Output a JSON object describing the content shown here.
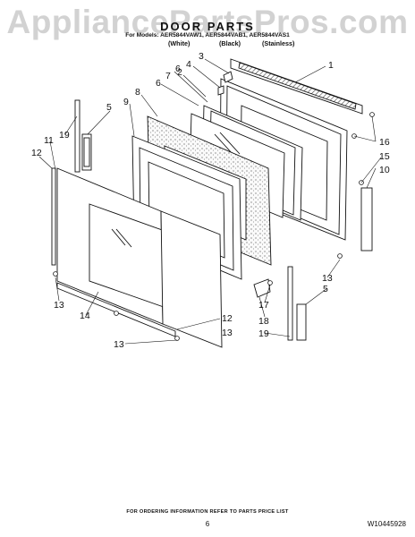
{
  "watermark": "AppliancePartsPros.com",
  "header": {
    "title": "DOOR PARTS",
    "models": "For Models: AER5844VAW1, AER5844VAB1, AER5844VAS1",
    "finishes": [
      "(White)",
      "(Black)",
      "(Stainless)"
    ]
  },
  "callouts": [
    "1",
    "2",
    "3",
    "4",
    "5",
    "6",
    "7",
    "8",
    "9",
    "10",
    "11",
    "12",
    "13",
    "14",
    "15",
    "16",
    "17",
    "18",
    "19"
  ],
  "footer": {
    "ordering_note": "FOR ORDERING INFORMATION REFER TO PARTS PRICE LIST",
    "page_number": "6",
    "document_number": "W10445928"
  }
}
